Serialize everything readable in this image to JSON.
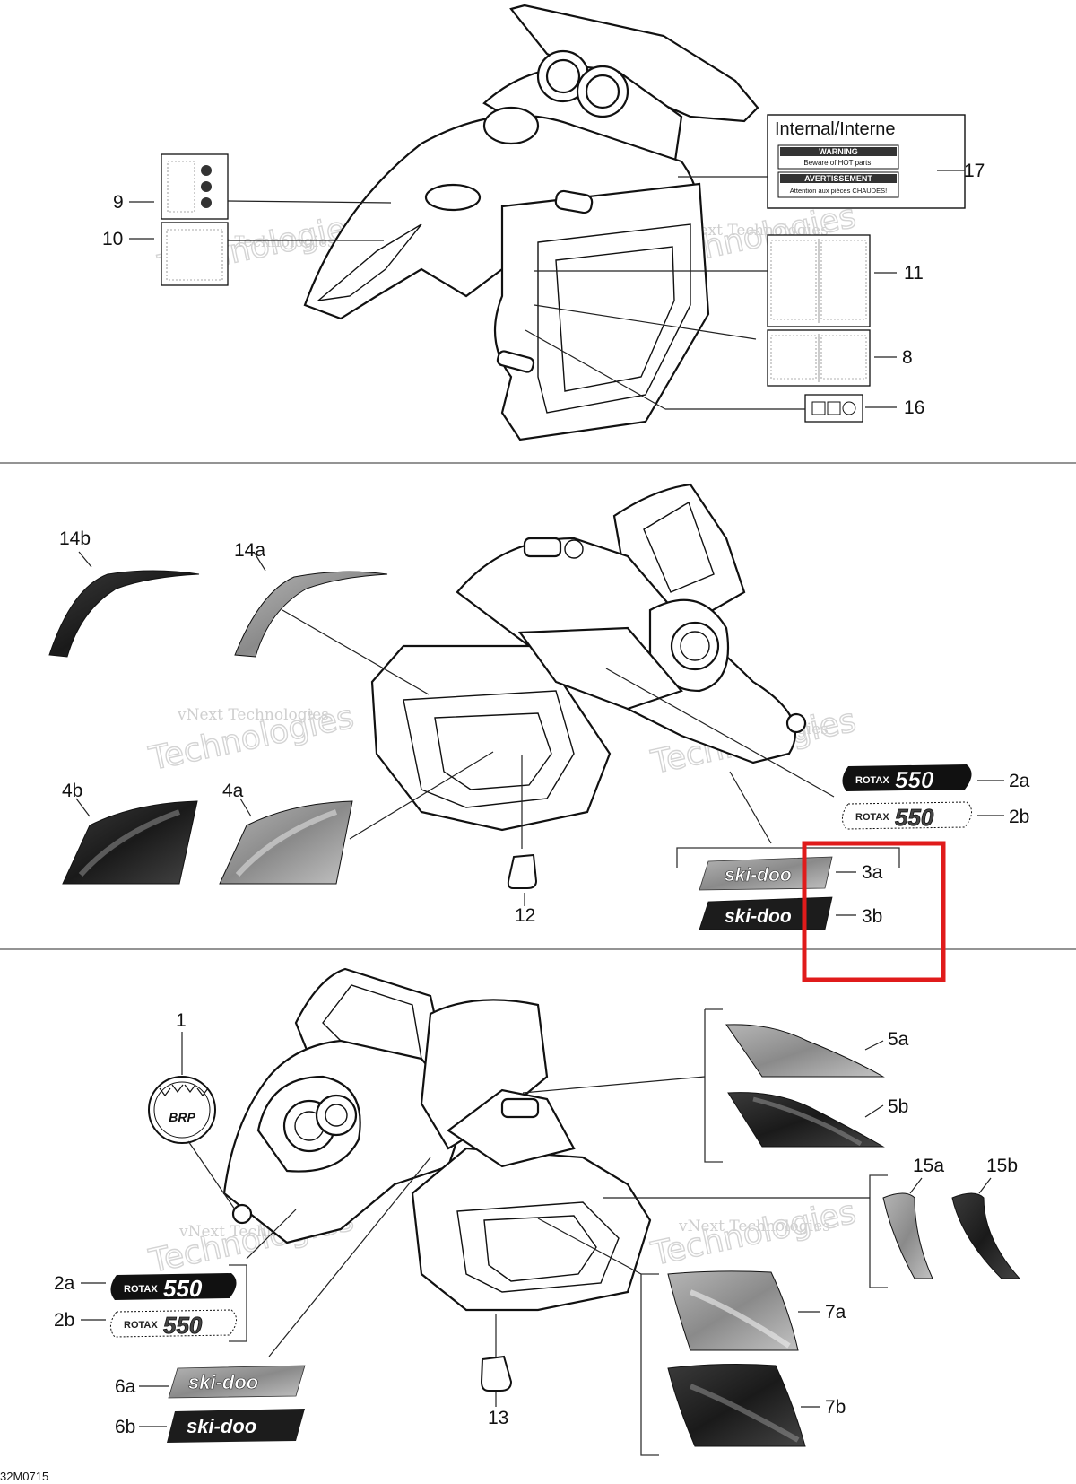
{
  "figure_code": "32M0715",
  "watermark": {
    "line1": "vNext Technologies",
    "line2": "Technologies"
  },
  "internal_box": {
    "title": "Internal/Interne",
    "warning": "WARNING",
    "warning_sub": "Beware of HOT parts!",
    "avertissement": "AVERTISSEMENT",
    "avertissement_sub": "Attention aux pièces CHAUDES!"
  },
  "rotax_logo": {
    "brand": "ROTAX",
    "model": "550"
  },
  "skidoo_logo": {
    "brand": "ski-doo"
  },
  "brp_logo": "BRP",
  "callouts": {
    "c17": "17",
    "c9": "9",
    "c10": "10",
    "c11": "11",
    "c8": "8",
    "c16": "16",
    "c14b": "14b",
    "c14a": "14a",
    "c4b": "4b",
    "c4a": "4a",
    "c12": "12",
    "c2a_mid": "2a",
    "c2b_mid": "2b",
    "c3a": "3a",
    "c3b": "3b",
    "c1": "1",
    "c5a": "5a",
    "c5b": "5b",
    "c15a": "15a",
    "c15b": "15b",
    "c2a_bot": "2a",
    "c2b_bot": "2b",
    "c6a": "6a",
    "c6b": "6b",
    "c13": "13",
    "c7a": "7a",
    "c7b": "7b"
  },
  "colors": {
    "highlight": "#e01b1b",
    "ink": "#111111",
    "decal_light": "#9a9a9a",
    "decal_dark": "#2a2a2a"
  }
}
